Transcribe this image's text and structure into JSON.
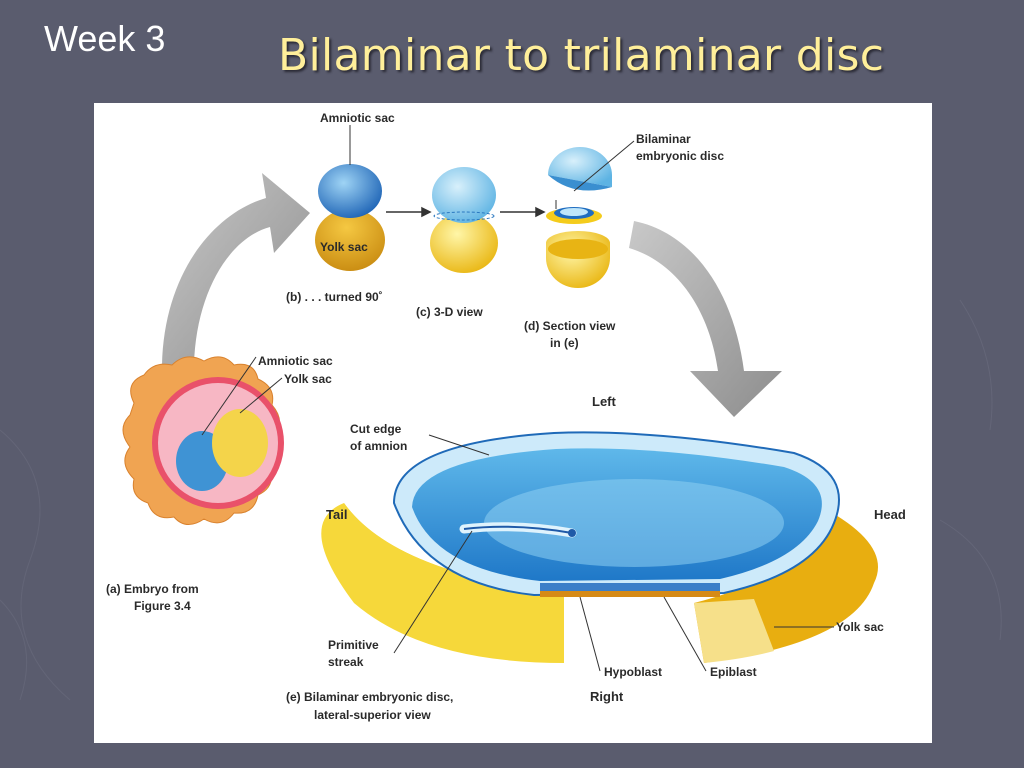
{
  "slide": {
    "week_label": "Week 3",
    "title": "Bilaminar to trilaminar disc"
  },
  "diagram": {
    "b": {
      "amniotic_sac": "Amniotic sac",
      "yolk_sac": "Yolk sac",
      "caption": "(b) . . . turned 90˚"
    },
    "c": {
      "caption": "(c) 3-D view"
    },
    "d": {
      "disc_label_1": "Bilaminar",
      "disc_label_2": "embryonic disc",
      "caption_1": "(d) Section view",
      "caption_2": "in (e)"
    },
    "a": {
      "amniotic_sac": "Amniotic sac",
      "yolk_sac": "Yolk sac",
      "caption_1": "(a) Embryo from",
      "caption_2": "Figure 3.4"
    },
    "e": {
      "left": "Left",
      "right": "Right",
      "tail": "Tail",
      "head": "Head",
      "cut_edge_1": "Cut edge",
      "cut_edge_2": "of amnion",
      "yolk_sac": "Yolk sac",
      "primitive_1": "Primitive",
      "primitive_2": "streak",
      "hypoblast": "Hypoblast",
      "epiblast": "Epiblast",
      "caption_1": "(e) Bilaminar embryonic disc,",
      "caption_2": "lateral-superior view"
    }
  },
  "colors": {
    "background": "#5a5c6e",
    "title": "#ffef9a",
    "amnion_blue": "#3a8fd0",
    "yolk_yellow": "#f7d21e"
  }
}
